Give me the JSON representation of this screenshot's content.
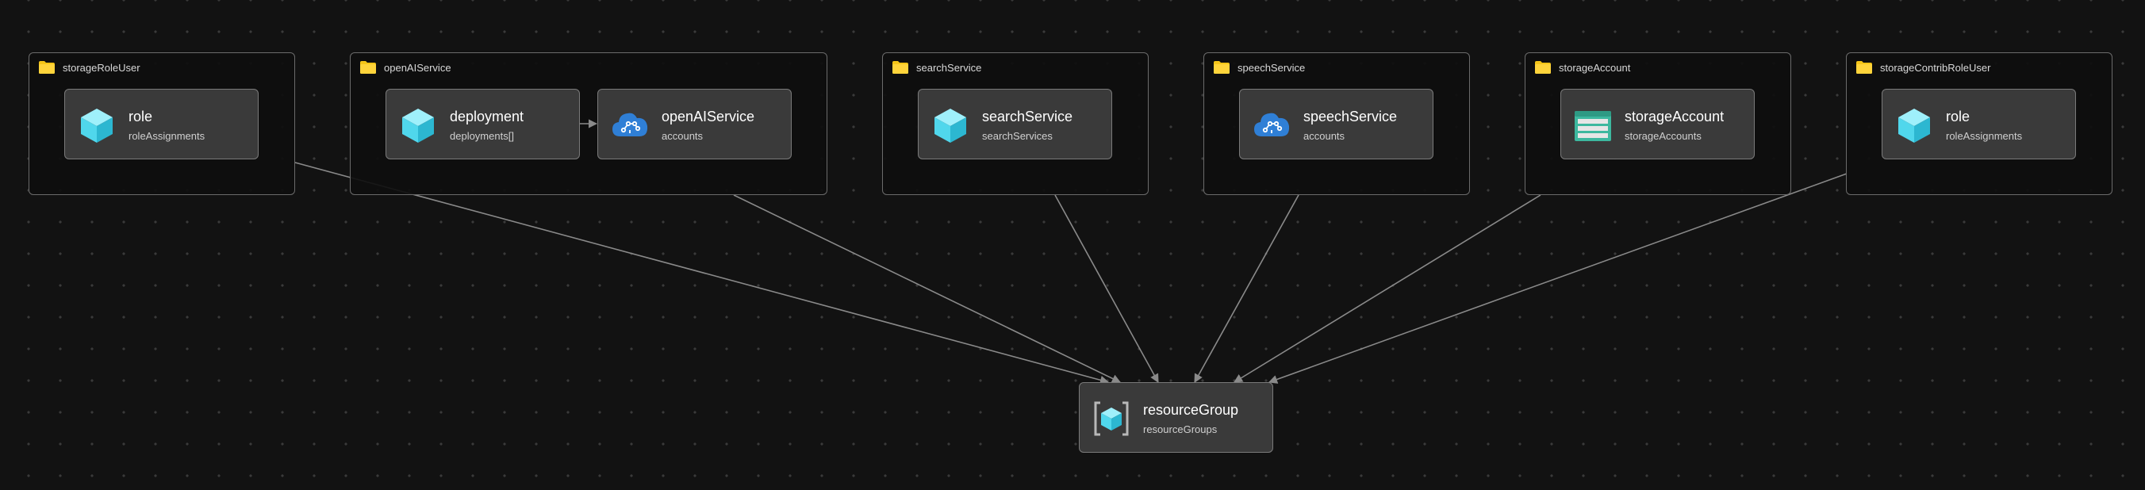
{
  "groups": {
    "storageRoleUser": {
      "title": "storageRoleUser"
    },
    "openAIService": {
      "title": "openAIService"
    },
    "searchService": {
      "title": "searchService"
    },
    "speechService": {
      "title": "speechService"
    },
    "storageAccount": {
      "title": "storageAccount"
    },
    "storageContribRoleUser": {
      "title": "storageContribRoleUser"
    }
  },
  "nodes": {
    "role1": {
      "title": "role",
      "subtitle": "roleAssignments",
      "icon": "cube-icon"
    },
    "deployment": {
      "title": "deployment",
      "subtitle": "deployments[]",
      "icon": "cube-icon"
    },
    "openai": {
      "title": "openAIService",
      "subtitle": "accounts",
      "icon": "cognitive-cloud-icon"
    },
    "search": {
      "title": "searchService",
      "subtitle": "searchServices",
      "icon": "cube-icon"
    },
    "speech": {
      "title": "speechService",
      "subtitle": "accounts",
      "icon": "cognitive-cloud-icon"
    },
    "storage": {
      "title": "storageAccount",
      "subtitle": "storageAccounts",
      "icon": "storage-account-icon"
    },
    "role2": {
      "title": "role",
      "subtitle": "roleAssignments",
      "icon": "cube-icon"
    },
    "resourceGroup": {
      "title": "resourceGroup",
      "subtitle": "resourceGroups",
      "icon": "resource-group-icon"
    }
  },
  "edges": [
    {
      "from": "deployment",
      "to": "openai"
    },
    {
      "from": "storageRoleUser",
      "to": "resourceGroup"
    },
    {
      "from": "openAIService",
      "to": "resourceGroup"
    },
    {
      "from": "searchService",
      "to": "resourceGroup"
    },
    {
      "from": "speechService",
      "to": "resourceGroup"
    },
    {
      "from": "storageAccount",
      "to": "resourceGroup"
    },
    {
      "from": "storageContribRoleUser",
      "to": "resourceGroup"
    }
  ],
  "colors": {
    "background": "#121212",
    "edge": "#8a8a8a",
    "node_fill": "#3a3a3a",
    "cube": "#4fd8ee",
    "cloud": "#2f7fd6",
    "folder": "#f5c518",
    "storage": "#3db89f"
  }
}
